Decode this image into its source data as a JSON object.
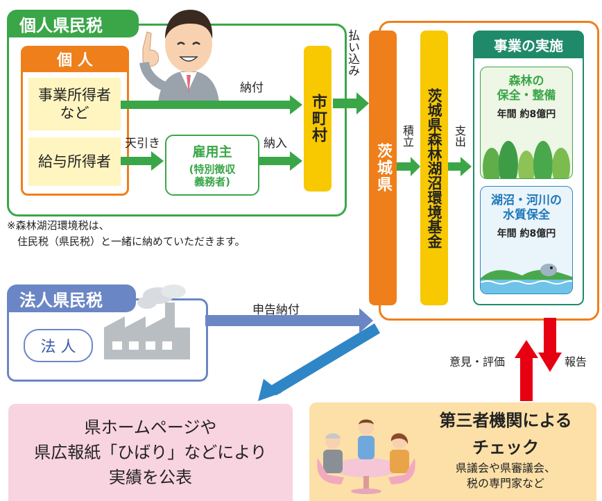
{
  "individual_tax": {
    "tab": "個人県民税",
    "individual_header": "個 人",
    "business_income": "事業所得者\nなど",
    "salary_income": "給与所得者",
    "deduction_label": "天引き",
    "employer": "雇用主",
    "employer_note": "(特別徴収\n義務者)",
    "payment_label": "納付",
    "delivery_label": "納入",
    "municipality": "市町村"
  },
  "note": "※森林湖沼環境税は、\n　住民税（県民税）と一緒に納めていただきます。",
  "corporate_tax": {
    "tab": "法人県民税",
    "corporation": "法 人",
    "filing_label": "申告納付"
  },
  "prefecture": {
    "transfer_label": "払い込み",
    "prefecture_label": "茨城県",
    "accumulate_label": "積立",
    "fund_label": "茨城県森林湖沼環境基金",
    "spend_label": "支出"
  },
  "projects": {
    "header": "事業の実施",
    "forest_title": "森林の\n保全・整備",
    "forest_budget": "年間 約8億円",
    "water_title": "湖沼・河川の\n水質保全",
    "water_budget": "年間 約8億円"
  },
  "review": {
    "opinion_label": "意見・評価",
    "report_label": "報告",
    "third_party_title": "第三者機関による",
    "check_label": "チェック",
    "members": "県議会や県審議会、\n税の専門家など"
  },
  "publication": {
    "text": "県ホームページや\n県広報紙「ひばり」などにより\n実績を公表"
  },
  "colors": {
    "green": "#3aa648",
    "orange": "#ef7f1a",
    "yellow": "#f8c800",
    "blue_gray": "#6b86c4",
    "arrow_blue": "#2f86c6",
    "red": "#e60012",
    "pink": "#f8d3e0",
    "peach": "#fce0a8"
  }
}
